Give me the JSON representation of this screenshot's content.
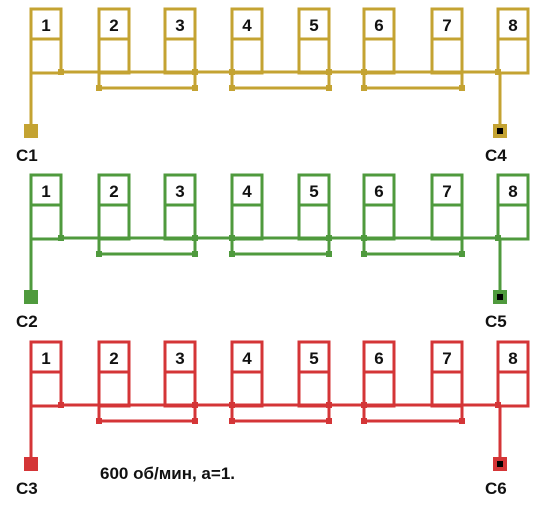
{
  "coil_labels": [
    "1",
    "2",
    "3",
    "4",
    "5",
    "6",
    "7",
    "8"
  ],
  "phases": [
    {
      "start_label": "C1",
      "end_label": "C4",
      "color": "#c4a332"
    },
    {
      "start_label": "C2",
      "end_label": "C5",
      "color": "#4f9a3d"
    },
    {
      "start_label": "C3",
      "end_label": "C6",
      "color": "#d43537"
    }
  ],
  "caption": "600 об/мин, a=1."
}
